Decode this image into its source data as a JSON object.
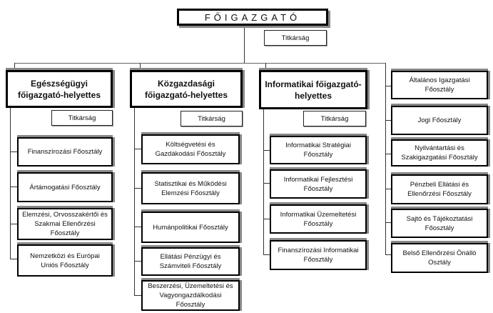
{
  "director": {
    "title": "FŐIGAZGATÓ",
    "secretariat": "Titkárság"
  },
  "columns": [
    {
      "head": "Egészségügyi főigazgató-helyettes",
      "secretariat": "Titkárság",
      "departments": [
        "Finanszírozási Főosztály",
        "Ártámogatási Főosztály",
        "Elemzési, Orvosszakértői és Szakmai Ellenőrzési Főosztály",
        "Nemzetközi és Európai Uniós Főosztály"
      ]
    },
    {
      "head": "Közgazdasági főigazgató-helyettes",
      "secretariat": "Titkárság",
      "departments": [
        "Költségvetési és Gazdákodási Főosztály",
        "Statisztikai és Működési Elemzési Főosztály",
        "Humánpolitikai Főosztály",
        "Ellátási Pénzügyi és Számviteli Főosztály",
        "Beszerzési, Üzemeltetési és Vagyongazdálkodási Főosztály"
      ]
    },
    {
      "head": "Informatikai főigazgató-helyettes",
      "secretariat": "Titkárság",
      "departments": [
        "Informatikai Stratégiai Főosztály",
        "Informatikai Fejlesztési Főosztály",
        "Informatikai Üzemeltetési Főosztály",
        "Finanszírozási Informatikai Főosztály"
      ]
    },
    {
      "departments": [
        "Általános Igazgatási Főosztály",
        "Jogi Főosztály",
        "Nyilvántartási és Szakigazgatási Főosztály",
        "Pénzbeli Ellátási és Ellenőrzési Főosztály",
        "Sajtó és Tájékoztatási Főosztály",
        "Belső Ellenőrzési Önálló Osztály"
      ]
    }
  ]
}
